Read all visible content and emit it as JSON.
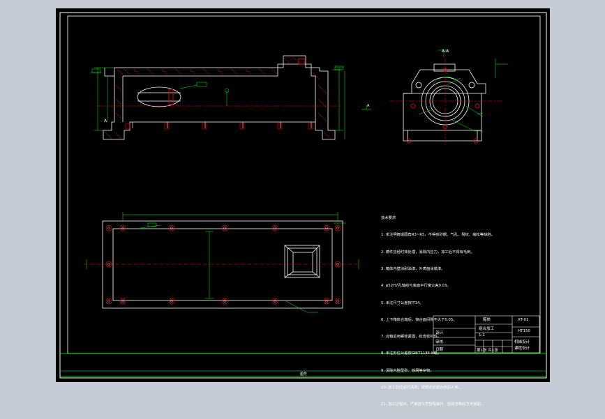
{
  "window": {
    "background": "#c5cbd4",
    "canvas_background": "#000000"
  },
  "colors": {
    "outline": "#ffffff",
    "dimension": "#00ff00",
    "centerline": "#ff0000",
    "hatch": "#ff0000"
  },
  "side_view": {
    "label": "A-A",
    "marker_a": "A"
  },
  "section_label": "A",
  "tech_notes": {
    "title": "技术要求",
    "lines": [
      "1. 未注明铸造圆角R3~R5，不得有砂眼、气孔、裂纹、缩松等缺陷。",
      "2. 铸件应经时效处理，消除内应力，加工后不得有毛刺。",
      "3. 箱体内壁涂耐油漆，外表面涂底漆。",
      "4. φ52H7孔轴线与底面平行度公差0.03。",
      "5. 未注尺寸公差按IT14。",
      "6. 上下箱体合箱后，接合面间隙不大于0.05。",
      "7. 合箱后用螺栓紧固，检查密封性。",
      "8. 未注形位公差按GB/T1184-K级。",
      "9. 清除内腔型砂、铁屑等杂物。",
      "10. 加工后应进行清洗，按规定检验合格后入库。",
      "11. 加工过程中，严格按工艺规程操作，检验合格后方可装配。"
    ]
  },
  "title_block": {
    "part_name": "箱体",
    "subtitle": "组合加工",
    "drawing_no": "XT-01",
    "material": "HT150",
    "scale": "1:1",
    "school": "机械设计",
    "course": "课程设计",
    "designer": "设计",
    "checker": "审核",
    "date": "日期",
    "sheet": "第1张 共1张"
  },
  "bottom_strip_label": "图号"
}
